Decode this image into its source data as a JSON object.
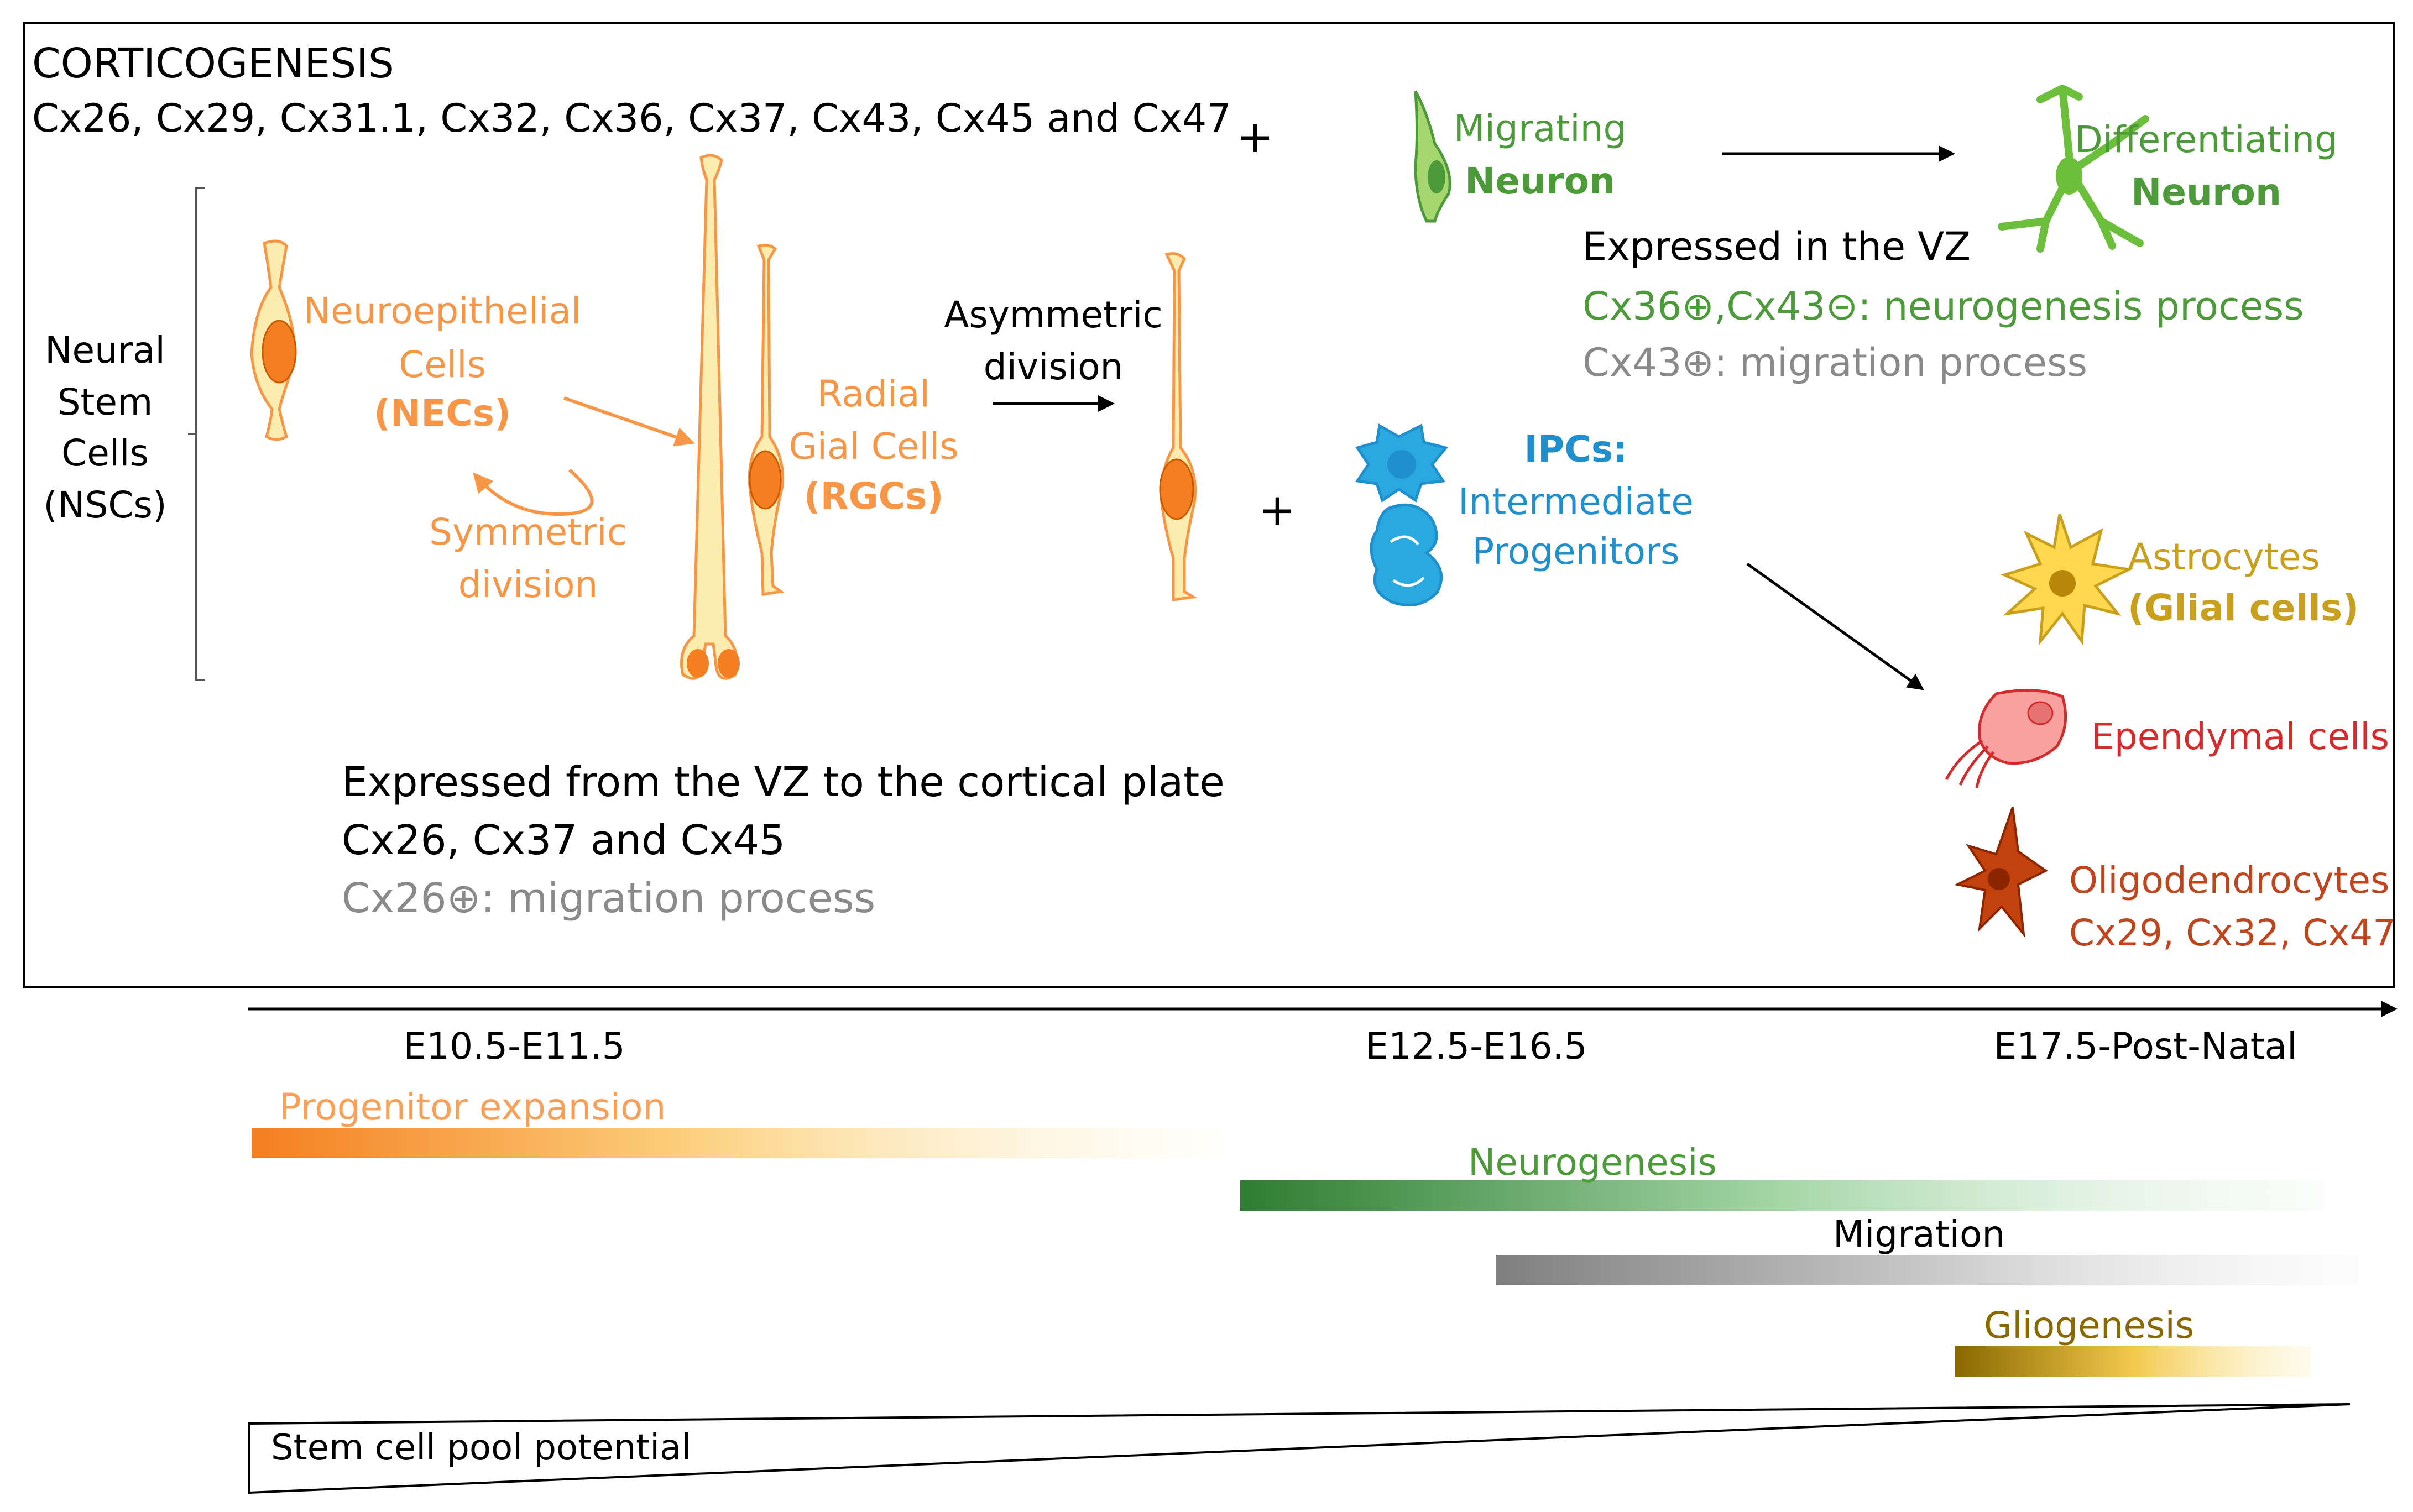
{
  "colors": {
    "frame": "#000000",
    "orange": "#f79646",
    "orange_dark": "#e36c09",
    "cell_fill": "#fdecb0",
    "nucleus": "#f47f20",
    "green": "#4d9a3a",
    "green_light": "#8bc34a",
    "blue": "#1f8fce",
    "blue_light": "#29a9e0",
    "gray": "#8a8a8a",
    "gold": "#c8a01e",
    "gold_fill": "#ffd84d",
    "red": "#d42c2c",
    "pink": "#f7a1a1",
    "rust": "#c0451c",
    "rust_fill": "#c2410c"
  },
  "header": {
    "title": "CORTICOGENESIS",
    "connexins": "Cx26, Cx29, Cx31.1, Cx32, Cx36, Cx37, Cx43, Cx45 and Cx47"
  },
  "nsc": {
    "line1": "Neural",
    "line2": "Stem",
    "line3": "Cells",
    "line4": "(NSCs)"
  },
  "nec": {
    "line1": "Neuroepithelial",
    "line2": "Cells",
    "abbr": "(NECs)"
  },
  "symmetric": {
    "line1": "Symmetric",
    "line2": "division"
  },
  "rgc": {
    "line1": "Radial",
    "line2": "Gial Cells",
    "abbr": "(RGCs)"
  },
  "asymmetric": {
    "line1": "Asymmetric",
    "line2": "division"
  },
  "plus": "+",
  "migrating": {
    "line1": "Migrating",
    "line2": "Neuron"
  },
  "differentiating": {
    "line1": "Differentiating",
    "line2": "Neuron"
  },
  "vz": {
    "title": "Expressed  in the VZ",
    "line_neuro": "Cx36⊕,Cx43⊝: neurogenesis  process",
    "line_migr": "Cx43⊕: migration process"
  },
  "ipcs": {
    "abbr": "IPCs:",
    "line1": "Intermediate",
    "line2": "Progenitors"
  },
  "astro": {
    "line1": "Astrocytes",
    "line2": "(Glial cells)"
  },
  "ependymal": "Ependymal cells",
  "oligo": {
    "line1": "Oligodendrocytes",
    "line2": "Cx29, Cx32, Cx47"
  },
  "cortical": {
    "title": "Expressed  from the VZ to the cortical plate",
    "line1": "Cx26, Cx37 and Cx45",
    "line2": "Cx26⊕: migration process"
  },
  "timeline": {
    "e1": "E10.5-E11.5",
    "e2": "E12.5-E16.5",
    "e3": "E17.5-Post-Natal"
  },
  "bars": {
    "progenitor": "Progenitor expansion",
    "neurogenesis": "Neurogenesis",
    "migration": "Migration",
    "gliogenesis": "Gliogenesis"
  },
  "stem_pool": "Stem cell pool potential"
}
